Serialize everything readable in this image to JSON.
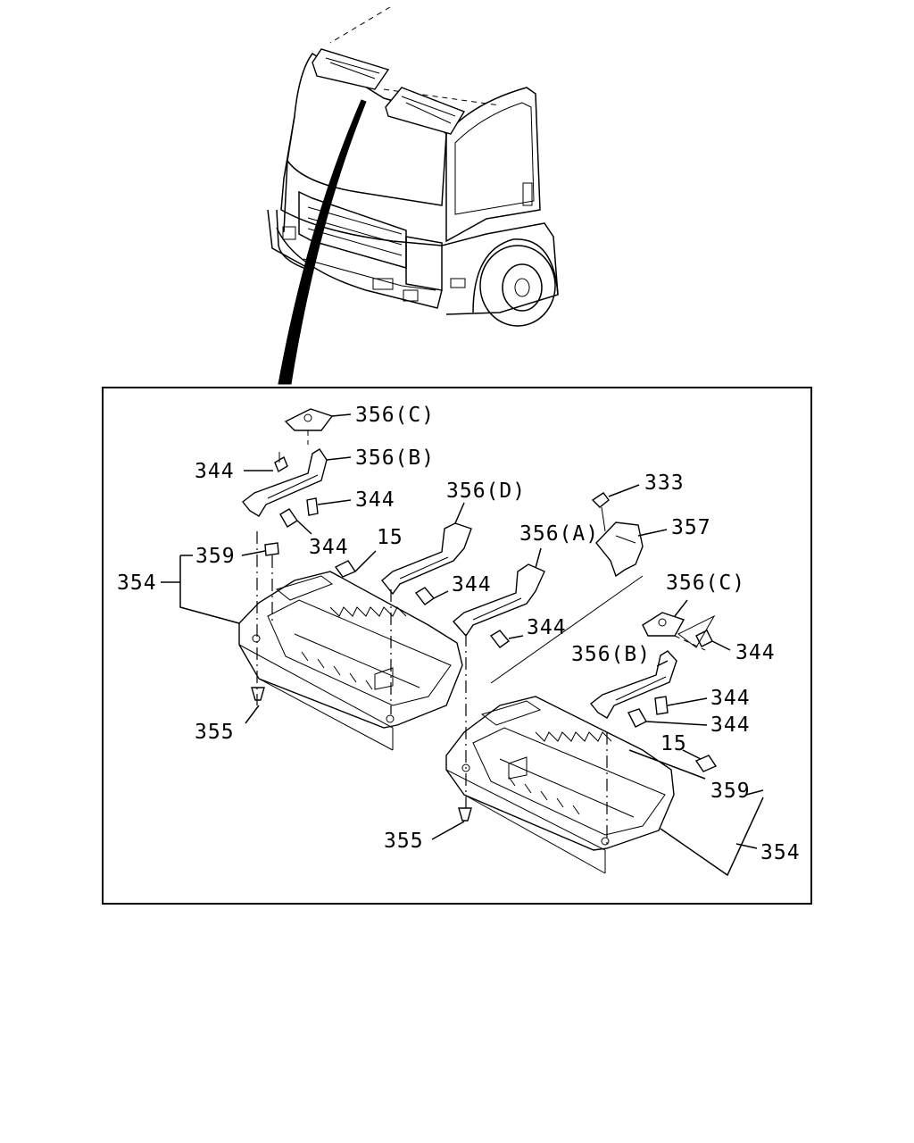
{
  "labels": {
    "l356c_top": "356(C)",
    "l356b_left": "356(B)",
    "l344_a": "344",
    "l344_b": "344",
    "l344_c": "344",
    "l359_left": "359",
    "l354_left": "354",
    "l15_left": "15",
    "l356d": "356(D)",
    "l344_d": "344",
    "l333": "333",
    "l357": "357",
    "l356a": "356(A)",
    "l344_e": "344",
    "l356c_right": "356(C)",
    "l344_f": "344",
    "l356b_right": "356(B)",
    "l344_g": "344",
    "l344_h": "344",
    "l15_right": "15",
    "l359_right": "359",
    "l355_left": "355",
    "l355_right": "355",
    "l354_right": "354"
  }
}
